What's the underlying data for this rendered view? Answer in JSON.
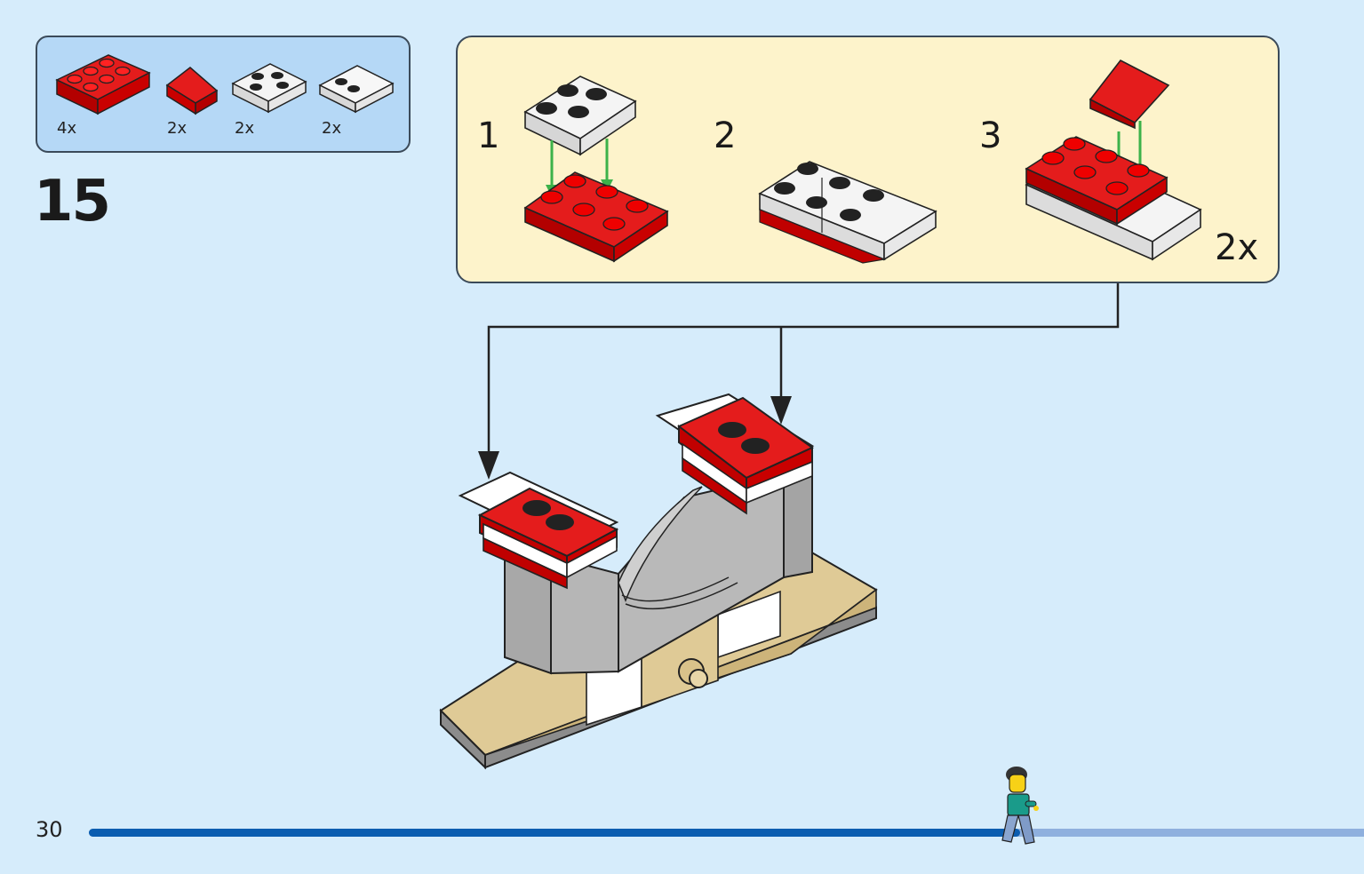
{
  "parts": [
    {
      "name": "red plate 2x3",
      "qty": "4x"
    },
    {
      "name": "red slope",
      "qty": "2x"
    },
    {
      "name": "white plate 2x2",
      "qty": "2x"
    },
    {
      "name": "white tile 2x2 with studs",
      "qty": "2x"
    }
  ],
  "step_number": "15",
  "sub_steps": [
    "1",
    "2",
    "3"
  ],
  "sub_multiplier": "2x",
  "page_number": "30",
  "progress": 0.73,
  "colors": {
    "background": "#d6ecfb",
    "parts_box": "#b5d8f6",
    "sub_box": "#fdf3cb",
    "brick_red": "#d40000",
    "arrow_green": "#3cb24a",
    "progress_fill": "#0b5db0",
    "progress_track": "#8fb0de"
  }
}
